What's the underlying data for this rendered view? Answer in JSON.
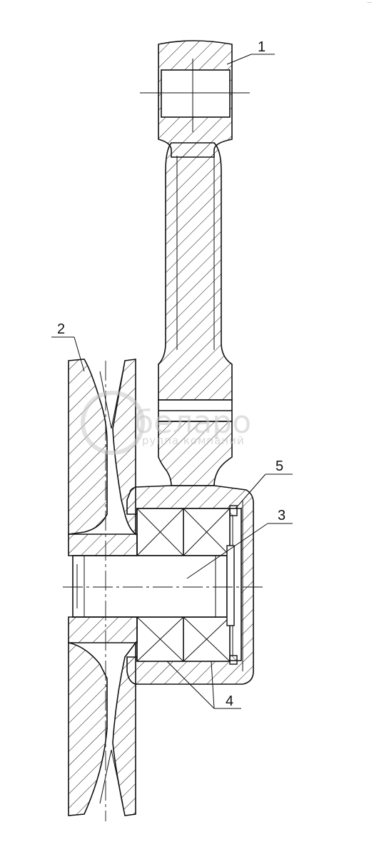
{
  "drawing": {
    "callouts": [
      {
        "id": "1",
        "label": "1"
      },
      {
        "id": "2",
        "label": "2"
      },
      {
        "id": "3",
        "label": "3"
      },
      {
        "id": "4",
        "label": "4"
      },
      {
        "id": "5",
        "label": "5"
      }
    ],
    "watermark": {
      "brand": "беларо",
      "tagline": "группа компаний"
    },
    "colors": {
      "line": "#111111",
      "watermark": "#c8c8c8"
    }
  }
}
